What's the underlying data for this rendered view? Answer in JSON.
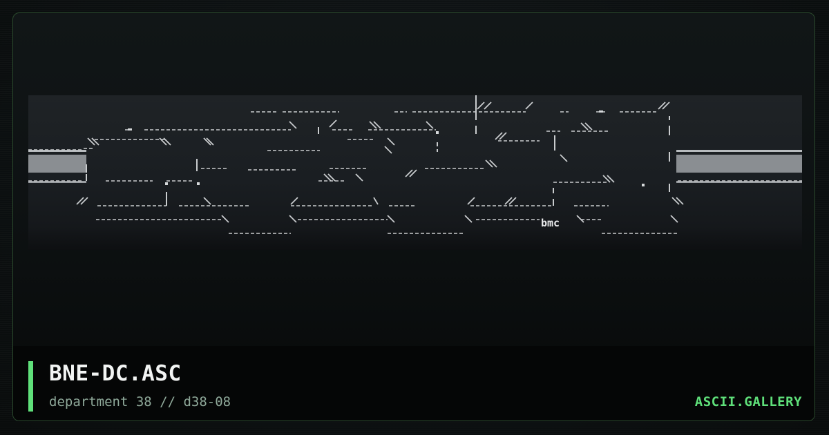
{
  "card": {
    "title": "BNE-DC.ASC",
    "subtitle": "department 38 // d38-08",
    "brand": "ASCII.GALLERY"
  },
  "artwork": {
    "signature": "bmc",
    "icon": "ascii-art-image"
  },
  "colors": {
    "accent": "#5fe07a",
    "border": "#2b4a2d",
    "art_background": "#1c2024",
    "footer_background": "#050606"
  }
}
